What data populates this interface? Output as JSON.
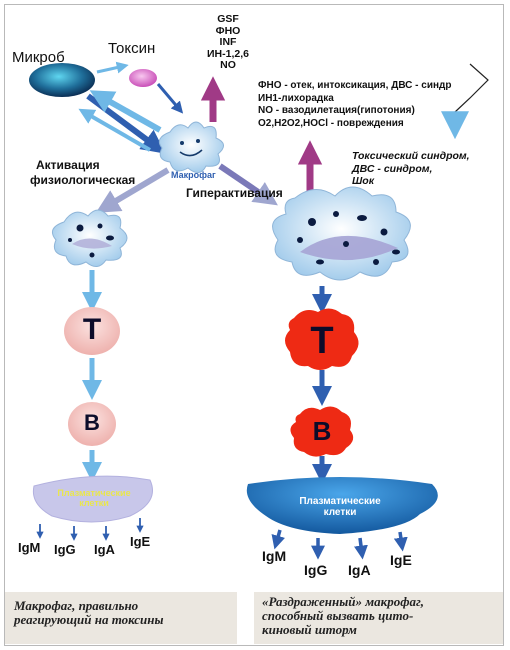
{
  "labels": {
    "microbe": "Микроб",
    "toxin": "Токсин",
    "macrophage": "Макрофаг",
    "activation": [
      "Активация",
      "физиологическая"
    ],
    "hyperactivation": "Гиперактивация"
  },
  "cytokines": [
    "GSF",
    "ФНО",
    "INF",
    "ИН-1,2,6",
    "NO"
  ],
  "effects": [
    "ФНО - отек, интоксикация, ДВС - синдр",
    "ИН1-лихорадка",
    "NO - вазодилетация(гипотония)",
    "O2,H2O2,HOCl - повреждения"
  ],
  "outcome": [
    "Токсический синдром,",
    "ДВС - синдром,",
    "Шок"
  ],
  "left_branch": {
    "t_cell": "T",
    "b_cell": "B",
    "plasma": [
      "Плазматические",
      "клетки"
    ],
    "antibodies": [
      "IgM",
      "IgG",
      "IgA",
      "IgE"
    ]
  },
  "right_branch": {
    "t_cell": "T",
    "b_cell": "B",
    "plasma": [
      "Плазматические",
      "клетки"
    ],
    "antibodies": [
      "IgM",
      "IgG",
      "IgA",
      "IgE"
    ]
  },
  "captions": {
    "left": [
      "Макрофаг, правильно",
      "реагирующий на токсины"
    ],
    "right": [
      "«Раздраженный» макрофаг,",
      "способный вызвать цито-",
      "киновый шторм"
    ]
  },
  "colors": {
    "arrow_dark_blue": "#2f5fb0",
    "arrow_light_blue": "#6fb8e6",
    "arrow_purple": "#a03a86",
    "arrow_lavender": "#9fa6cf",
    "cell_light_pink": "#f3c7c4",
    "cell_red": "#ee2a14",
    "plasma_left": "#c8c7ea",
    "plasma_right": "#1f73c2",
    "macrophage_blue": "#bcd8ef",
    "caption_bg": "#ebe7e0"
  }
}
